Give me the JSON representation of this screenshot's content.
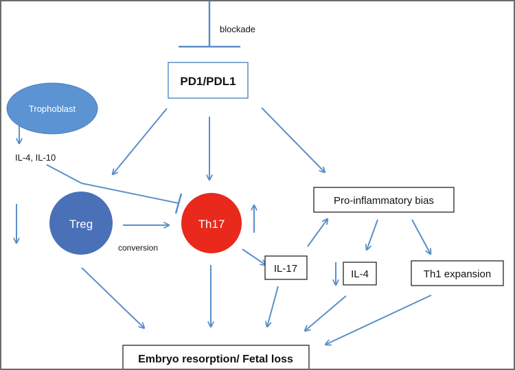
{
  "nodes": {
    "pd1_pdl1": "PD1/PDL1",
    "trophoblast": "Trophoblast",
    "treg": "Treg",
    "th17": "Th17",
    "pro_inflammatory_bias": "Pro-inflammatory bias",
    "il17": "IL-17",
    "il4": "IL-4",
    "th1_expansion": "Th1 expansion",
    "embryo_resorption": "Embryo resorption/ Fetal loss"
  },
  "labels": {
    "blockade": "blockade",
    "il4_il10": "IL-4, IL-10",
    "conversion": "conversion"
  },
  "colors": {
    "arrow": "#5b8ec9",
    "treg_fill": "#4a70b8",
    "th17_fill": "#e8291c",
    "trophoblast_fill": "#5c93d2",
    "box_border_blue": "#5b8ec9",
    "box_border_black": "#222222"
  }
}
